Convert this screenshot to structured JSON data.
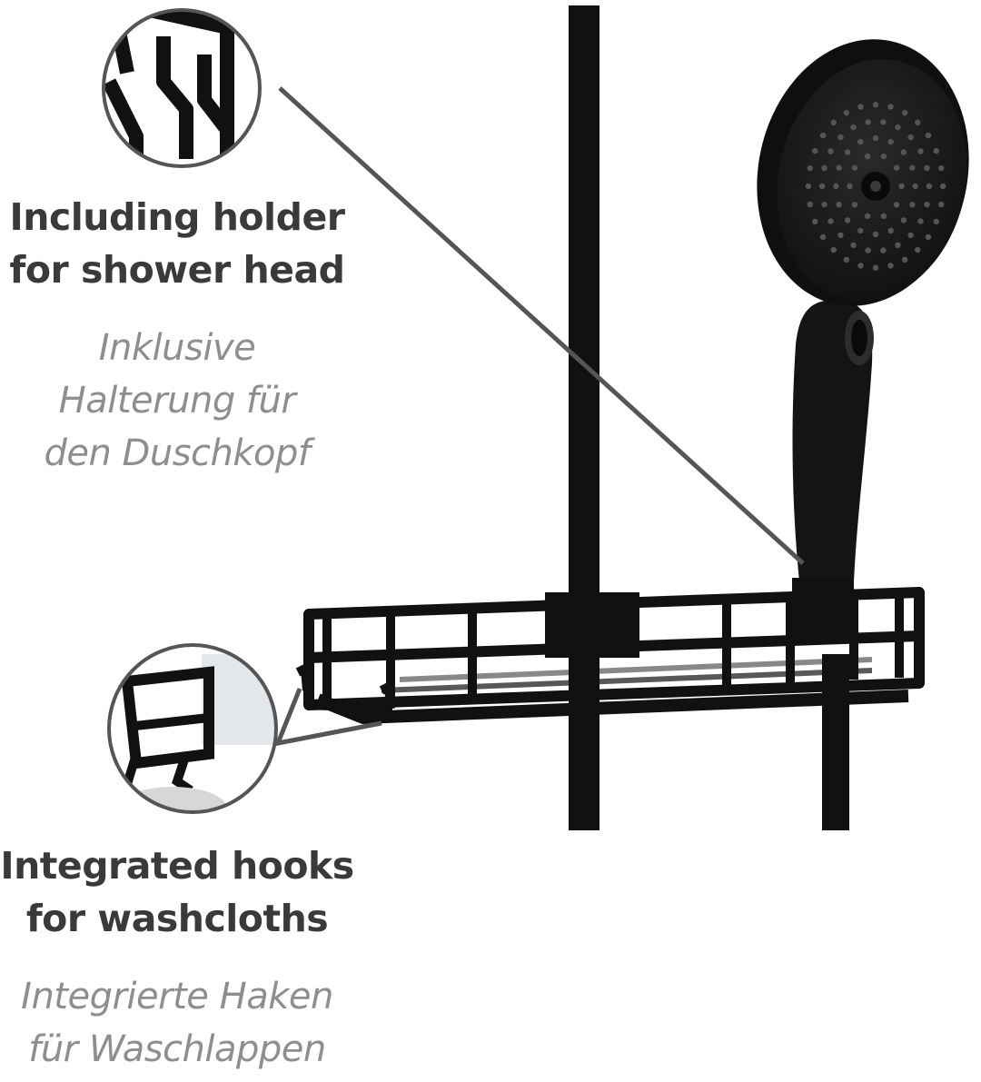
{
  "features": [
    {
      "id": "holder",
      "english": [
        "Including holder",
        "for shower head"
      ],
      "german": [
        "Inklusive",
        "Halterung für",
        "den Duschkopf"
      ],
      "icon": "shower-head-holder-detail-icon"
    },
    {
      "id": "hooks",
      "english": [
        "Integrated hooks",
        "for washcloths"
      ],
      "german": [
        "Integrierte Haken",
        "für Waschlappen"
      ],
      "icon": "washcloth-hook-detail-icon"
    }
  ],
  "colors": {
    "product": "#111111",
    "text_english": "#3a3a3a",
    "text_german": "#8e8e8e",
    "callout_line": "#555555",
    "background": "#ffffff"
  }
}
